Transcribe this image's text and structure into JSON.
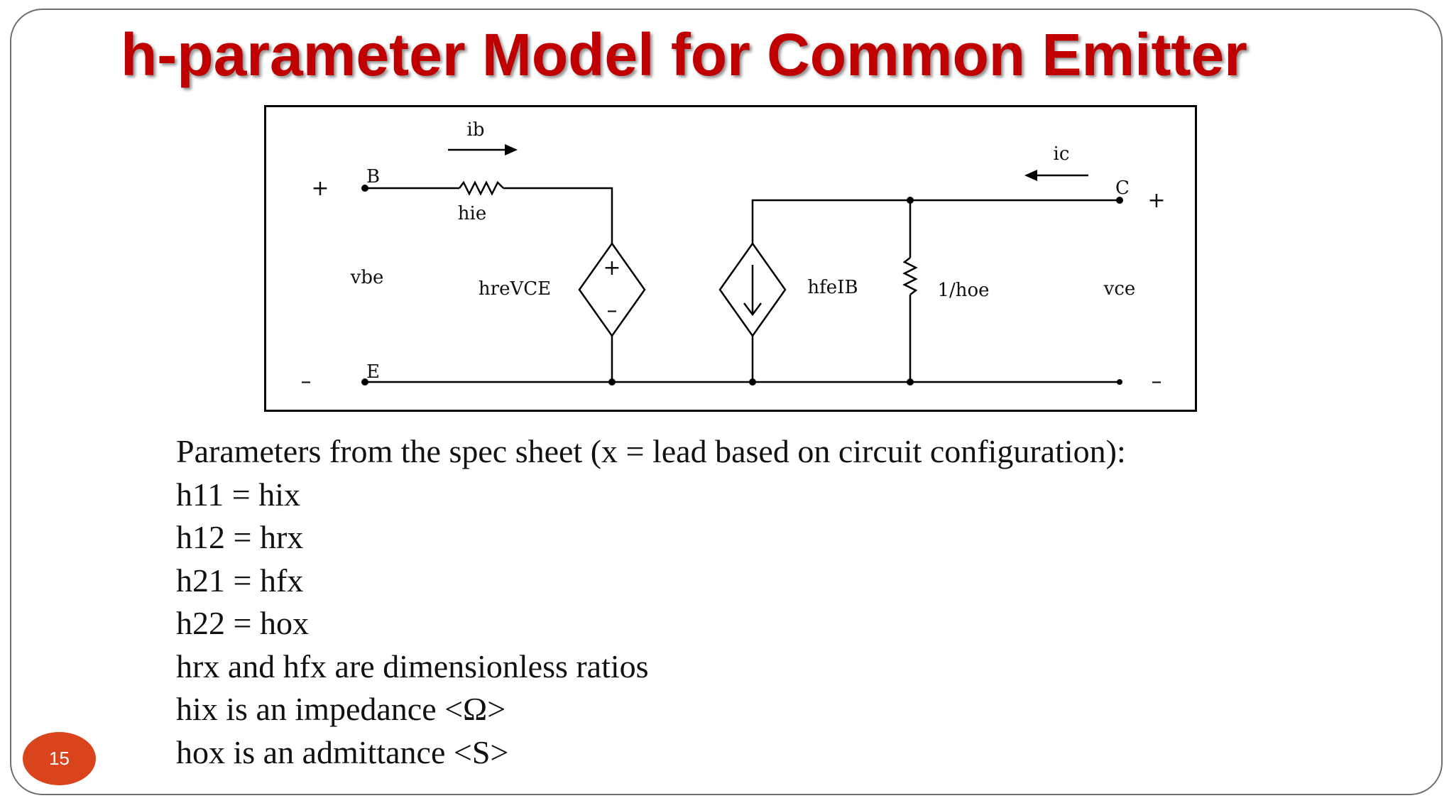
{
  "slide": {
    "title": "h-parameter Model for Common Emitter",
    "page_number": "15"
  },
  "circuit": {
    "labels": {
      "ib": "ib",
      "ic": "ic",
      "base": "B",
      "collector": "C",
      "emitter": "E",
      "hie": "hie",
      "vbe": "vbe",
      "hreVCE": "hreVCE",
      "hfeIB": "hfeIB",
      "one_over_hoe": "1/hoe",
      "vce": "vce",
      "plus": "+",
      "minus": "–"
    }
  },
  "text_lines": [
    "Parameters from the spec sheet (x = lead based on circuit configuration):",
    "h11 = hix",
    "h12 = hrx",
    "h21 = hfx",
    "h22 = hox",
    "hrx and hfx are dimensionless ratios",
    "hix is an impedance <Ω>",
    "hox is an admittance <S>"
  ],
  "colors": {
    "title": "#c00000",
    "badge": "#d9441c",
    "frame": "#6e6e6e"
  }
}
